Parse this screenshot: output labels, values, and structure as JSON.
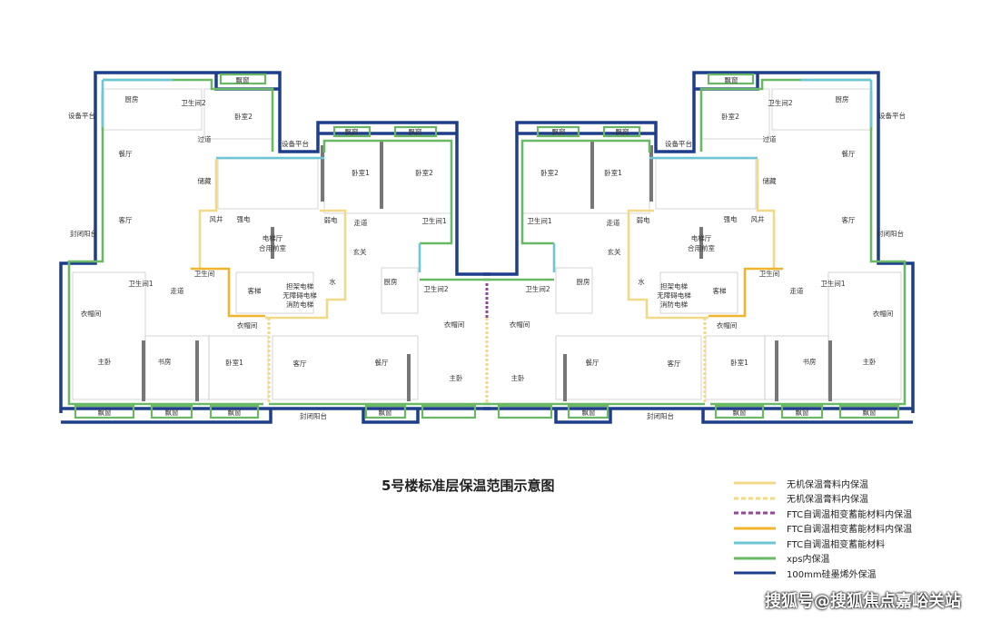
{
  "title": "5号楼标准层保温范围示意图",
  "watermark": "搜狐号@搜狐焦点嘉峪关站",
  "colors": {
    "inorganic_solid": "#f2d98a",
    "inorganic_dashed": "#f2d98a",
    "ftc_purple": "#8e4a92",
    "ftc_orange": "#f0b52c",
    "ftc_cyan": "#6cc6d6",
    "xps": "#6ab865",
    "eps": "#1e3e8c",
    "wall": "#777777"
  },
  "legend": [
    {
      "label": "无机保温膏料内保温",
      "color": "#f2d98a",
      "style": "solid"
    },
    {
      "label": "无机保温膏料内保温",
      "color": "#f2d98a",
      "style": "dashed"
    },
    {
      "label": "FTC自调温相变蓄能材料内保温",
      "color": "#8e4a92",
      "style": "dashed"
    },
    {
      "label": "FTC自调温相变蓄能材料内保温",
      "color": "#f0b52c",
      "style": "solid"
    },
    {
      "label": "FTC自调温相变蓄能材料",
      "color": "#6cc6d6",
      "style": "solid"
    },
    {
      "label": "xps内保温",
      "color": "#6ab865",
      "style": "solid"
    },
    {
      "label": "100mm硅墨烯外保温",
      "color": "#1e3e8c",
      "style": "solid"
    }
  ],
  "rooms": [
    "厨房",
    "卫生间2",
    "卧室2",
    "过道",
    "餐厅",
    "储藏",
    "客厅",
    "封闭阳台",
    "设备平台",
    "风井",
    "强电",
    "弱电",
    "电梯厅",
    "合用前室",
    "走道",
    "卫生间1",
    "玄关",
    "厨房",
    "卫生间2",
    "水",
    "客梯",
    "担架电梯",
    "无障碍电梯",
    "消防电梯",
    "卫生间",
    "卫生间1",
    "走道",
    "衣帽间",
    "衣帽间",
    "衣帽间",
    "主卧",
    "书房",
    "卧室1",
    "客厅",
    "餐厅",
    "主卧",
    "封闭阳台",
    "卧室1",
    "卧室2",
    "设备平台",
    "飘窗",
    "飘窗",
    "飘窗",
    "飘窗",
    "飘窗",
    "飘窗",
    "飘窗"
  ]
}
